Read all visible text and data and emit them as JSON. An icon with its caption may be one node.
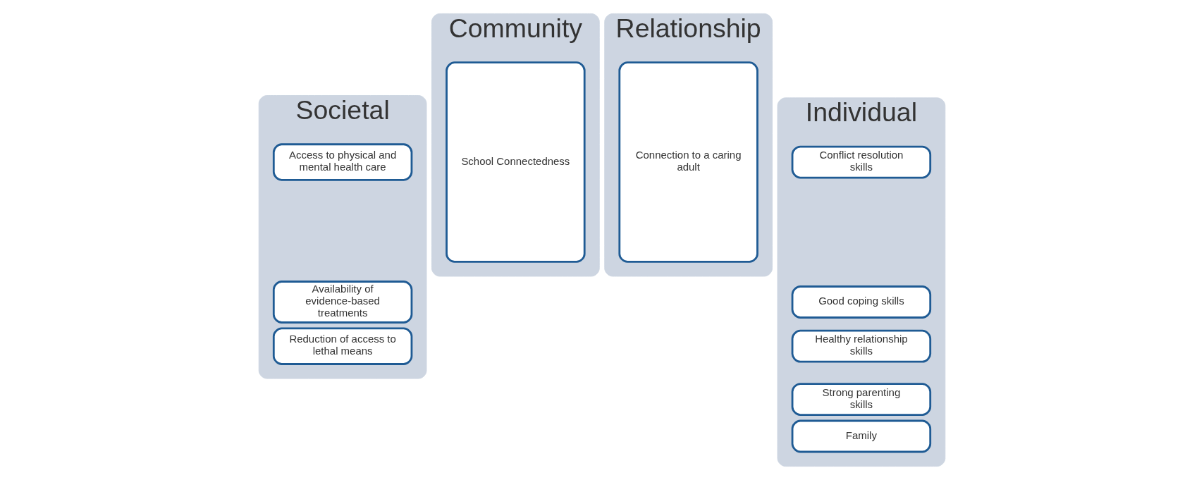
{
  "diagram": {
    "nodes": [
      {
        "text": [
          "Societal"
        ]
      },
      {
        "text": [
          "Access to physical and mental health care"
        ],
        "in": 0
      },
      {
        "text": [
          "Availability of evidence-based treatments"
        ],
        "in": 0
      },
      {
        "text": [
          "Reduction of access to lethal means"
        ],
        "in": 0
      },
      {
        "text": [
          "Community"
        ]
      },
      {
        "text": [
          "School Connectedness"
        ],
        "in": 4
      },
      {
        "text": [
          "Relationship"
        ]
      },
      {
        "text": [
          "Connection to a caring adult"
        ],
        "in": 6
      },
      {
        "text": [
          "Individual"
        ]
      },
      {
        "text": [
          "Conflict resolution skills"
        ],
        "in": 8
      },
      {
        "text": [
          "Good coping skills"
        ],
        "in": 8
      },
      {
        "text": [
          "Healthy relationship skills"
        ],
        "in": 8
      },
      {
        "text": [
          "Strong parenting skills"
        ],
        "in": 8
      },
      {
        "text": [
          "Family"
        ],
        "in": 8
      }
    ],
    "edges": []
  }
}
